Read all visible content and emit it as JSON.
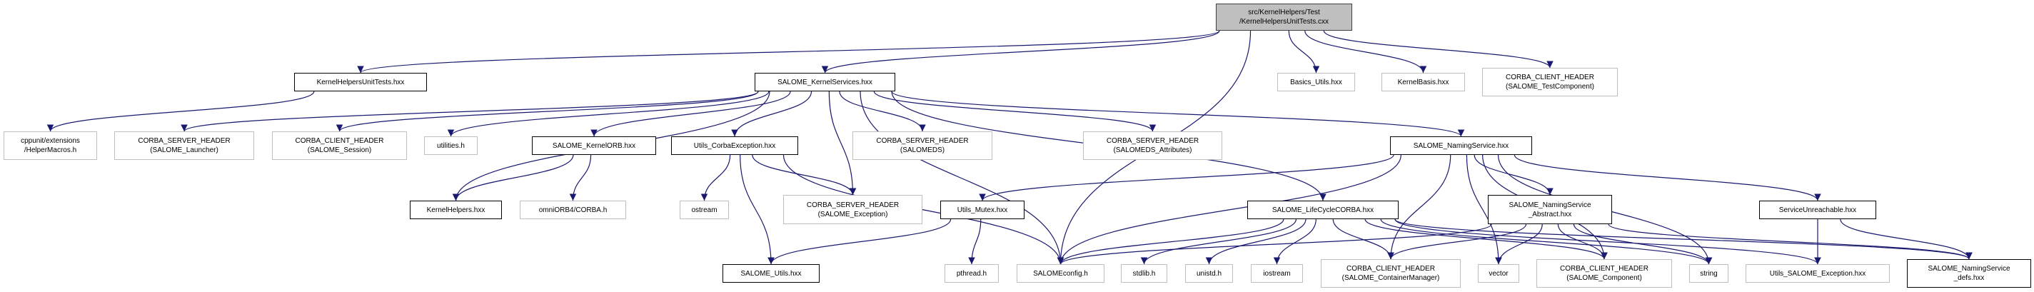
{
  "colors": {
    "edge": "#191970",
    "main_fill": "#bfbfbf",
    "documented_border": "#000000",
    "undocumented_border": "#bfbfbf"
  },
  "nodes": {
    "main": {
      "lines": [
        "src/KernelHelpers/Test",
        "/KernelHelpersUnitTests.cxx"
      ],
      "kind": "main"
    },
    "khut": {
      "lines": [
        "KernelHelpersUnitTests.hxx"
      ],
      "kind": "documented"
    },
    "kserv": {
      "lines": [
        "SALOME_KernelServices.hxx"
      ],
      "kind": "documented"
    },
    "basics": {
      "lines": [
        "Basics_Utils.hxx"
      ],
      "kind": "undocumented"
    },
    "kbasis": {
      "lines": [
        "KernelBasis.hxx"
      ],
      "kind": "undocumented"
    },
    "testcomp": {
      "lines": [
        "CORBA_CLIENT_HEADER",
        "(SALOME_TestComponent)"
      ],
      "kind": "undocumented"
    },
    "cppunit": {
      "lines": [
        "cppunit/extensions",
        "/HelperMacros.h"
      ],
      "kind": "undocumented"
    },
    "launcher": {
      "lines": [
        "CORBA_SERVER_HEADER",
        "(SALOME_Launcher)"
      ],
      "kind": "undocumented"
    },
    "session": {
      "lines": [
        "CORBA_CLIENT_HEADER",
        "(SALOME_Session)"
      ],
      "kind": "undocumented"
    },
    "utilities": {
      "lines": [
        "utilities.h"
      ],
      "kind": "undocumented"
    },
    "korb": {
      "lines": [
        "SALOME_KernelORB.hxx"
      ],
      "kind": "documented"
    },
    "corbaexc": {
      "lines": [
        "Utils_CorbaException.hxx"
      ],
      "kind": "documented"
    },
    "salomeds": {
      "lines": [
        "CORBA_SERVER_HEADER",
        "(SALOMEDS)"
      ],
      "kind": "undocumented"
    },
    "sdsattr": {
      "lines": [
        "CORBA_SERVER_HEADER",
        "(SALOMEDS_Attributes)"
      ],
      "kind": "undocumented"
    },
    "nservice": {
      "lines": [
        "SALOME_NamingService.hxx"
      ],
      "kind": "documented"
    },
    "khelpers": {
      "lines": [
        "KernelHelpers.hxx"
      ],
      "kind": "documented"
    },
    "omniorb": {
      "lines": [
        "omniORB4/CORBA.h"
      ],
      "kind": "undocumented"
    },
    "ostream": {
      "lines": [
        "ostream"
      ],
      "kind": "undocumented"
    },
    "sexc": {
      "lines": [
        "CORBA_SERVER_HEADER",
        "(SALOME_Exception)"
      ],
      "kind": "undocumented"
    },
    "mutex": {
      "lines": [
        "Utils_Mutex.hxx"
      ],
      "kind": "documented"
    },
    "lifecycle": {
      "lines": [
        "SALOME_LifeCycleCORBA.hxx"
      ],
      "kind": "documented"
    },
    "nsabstract": {
      "lines": [
        "SALOME_NamingService",
        "_Abstract.hxx"
      ],
      "kind": "documented"
    },
    "unreach": {
      "lines": [
        "ServiceUnreachable.hxx"
      ],
      "kind": "documented"
    },
    "sutils": {
      "lines": [
        "SALOME_Utils.hxx"
      ],
      "kind": "documented"
    },
    "pthread": {
      "lines": [
        "pthread.h"
      ],
      "kind": "undocumented"
    },
    "sconfig": {
      "lines": [
        "SALOMEconfig.h"
      ],
      "kind": "undocumented"
    },
    "stdlib": {
      "lines": [
        "stdlib.h"
      ],
      "kind": "undocumented"
    },
    "unistd": {
      "lines": [
        "unistd.h"
      ],
      "kind": "undocumented"
    },
    "iostream": {
      "lines": [
        "iostream"
      ],
      "kind": "undocumented"
    },
    "contmgr": {
      "lines": [
        "CORBA_CLIENT_HEADER",
        "(SALOME_ContainerManager)"
      ],
      "kind": "undocumented"
    },
    "vector": {
      "lines": [
        "vector"
      ],
      "kind": "undocumented"
    },
    "component": {
      "lines": [
        "CORBA_CLIENT_HEADER",
        "(SALOME_Component)"
      ],
      "kind": "undocumented"
    },
    "string": {
      "lines": [
        "string"
      ],
      "kind": "undocumented"
    },
    "usexc": {
      "lines": [
        "Utils_SALOME_Exception.hxx"
      ],
      "kind": "undocumented"
    },
    "nsdefs": {
      "lines": [
        "SALOME_NamingService",
        "_defs.hxx"
      ],
      "kind": "documented"
    }
  },
  "edges": [
    [
      "main",
      "khut"
    ],
    [
      "main",
      "kserv"
    ],
    [
      "main",
      "sconfig"
    ],
    [
      "main",
      "basics"
    ],
    [
      "main",
      "kbasis"
    ],
    [
      "main",
      "testcomp"
    ],
    [
      "khut",
      "cppunit"
    ],
    [
      "kserv",
      "launcher"
    ],
    [
      "kserv",
      "session"
    ],
    [
      "kserv",
      "utilities"
    ],
    [
      "kserv",
      "khelpers"
    ],
    [
      "kserv",
      "korb"
    ],
    [
      "kserv",
      "corbaexc"
    ],
    [
      "kserv",
      "sexc"
    ],
    [
      "kserv",
      "salomeds"
    ],
    [
      "kserv",
      "sconfig"
    ],
    [
      "kserv",
      "sdsattr"
    ],
    [
      "kserv",
      "lifecycle"
    ],
    [
      "kserv",
      "nservice"
    ],
    [
      "korb",
      "khelpers"
    ],
    [
      "korb",
      "omniorb"
    ],
    [
      "corbaexc",
      "sutils"
    ],
    [
      "corbaexc",
      "ostream"
    ],
    [
      "corbaexc",
      "sexc"
    ],
    [
      "corbaexc",
      "sconfig"
    ],
    [
      "mutex",
      "sutils"
    ],
    [
      "mutex",
      "pthread"
    ],
    [
      "nservice",
      "mutex"
    ],
    [
      "nservice",
      "sconfig"
    ],
    [
      "nservice",
      "contmgr"
    ],
    [
      "nservice",
      "vector"
    ],
    [
      "nservice",
      "nsabstract"
    ],
    [
      "nservice",
      "component"
    ],
    [
      "nservice",
      "string"
    ],
    [
      "nservice",
      "unreach"
    ],
    [
      "lifecycle",
      "sconfig"
    ],
    [
      "lifecycle",
      "stdlib"
    ],
    [
      "lifecycle",
      "unistd"
    ],
    [
      "lifecycle",
      "iostream"
    ],
    [
      "lifecycle",
      "contmgr"
    ],
    [
      "lifecycle",
      "component"
    ],
    [
      "lifecycle",
      "string"
    ],
    [
      "lifecycle",
      "usexc"
    ],
    [
      "lifecycle",
      "nsdefs"
    ],
    [
      "nsabstract",
      "sconfig"
    ],
    [
      "nsabstract",
      "contmgr"
    ],
    [
      "nsabstract",
      "vector"
    ],
    [
      "nsabstract",
      "component"
    ],
    [
      "nsabstract",
      "string"
    ],
    [
      "nsabstract",
      "nsdefs"
    ],
    [
      "unreach",
      "usexc"
    ],
    [
      "unreach",
      "nsdefs"
    ]
  ]
}
